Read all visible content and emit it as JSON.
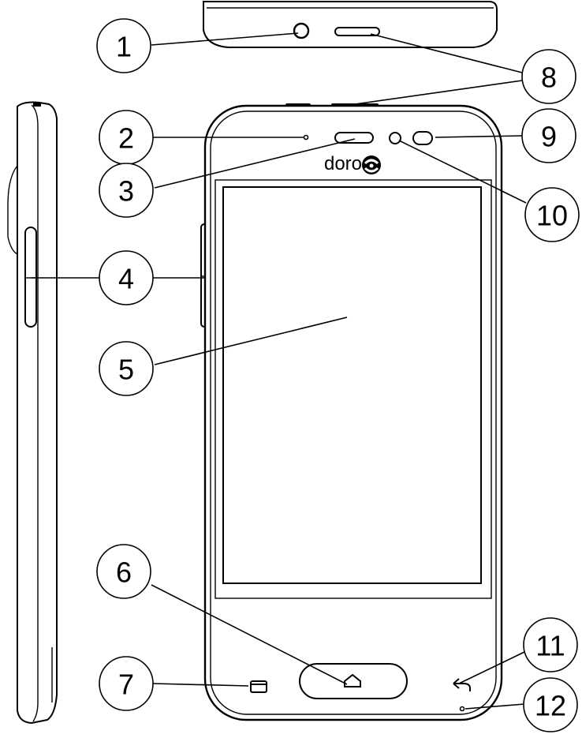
{
  "brand_logo_text": "doro",
  "callouts": [
    {
      "number": "1"
    },
    {
      "number": "2"
    },
    {
      "number": "3"
    },
    {
      "number": "4"
    },
    {
      "number": "5"
    },
    {
      "number": "6"
    },
    {
      "number": "7"
    },
    {
      "number": "8"
    },
    {
      "number": "9"
    },
    {
      "number": "10"
    },
    {
      "number": "11"
    },
    {
      "number": "12"
    }
  ]
}
